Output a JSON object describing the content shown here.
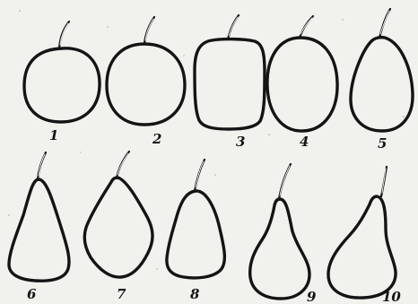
{
  "figure": {
    "shapes": [
      {
        "label": "1"
      },
      {
        "label": "2"
      },
      {
        "label": "3"
      },
      {
        "label": "4"
      },
      {
        "label": "5"
      },
      {
        "label": "6"
      },
      {
        "label": "7"
      },
      {
        "label": "8"
      },
      {
        "label": "9"
      },
      {
        "label": "10"
      }
    ]
  }
}
